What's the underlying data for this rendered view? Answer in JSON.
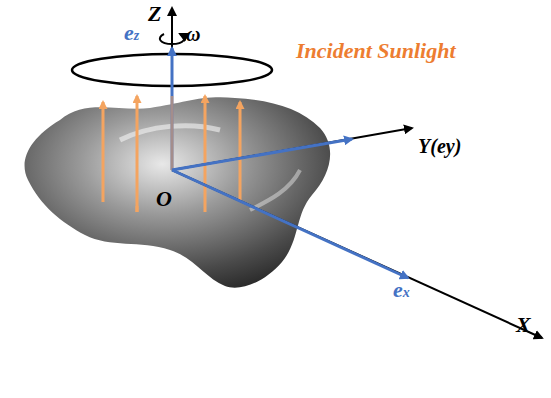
{
  "diagram": {
    "labels": [
      "Z",
      "ez",
      "ω",
      "Incident Sunlight",
      "Y(ey)",
      "X",
      "ex",
      "O"
    ]
  }
}
